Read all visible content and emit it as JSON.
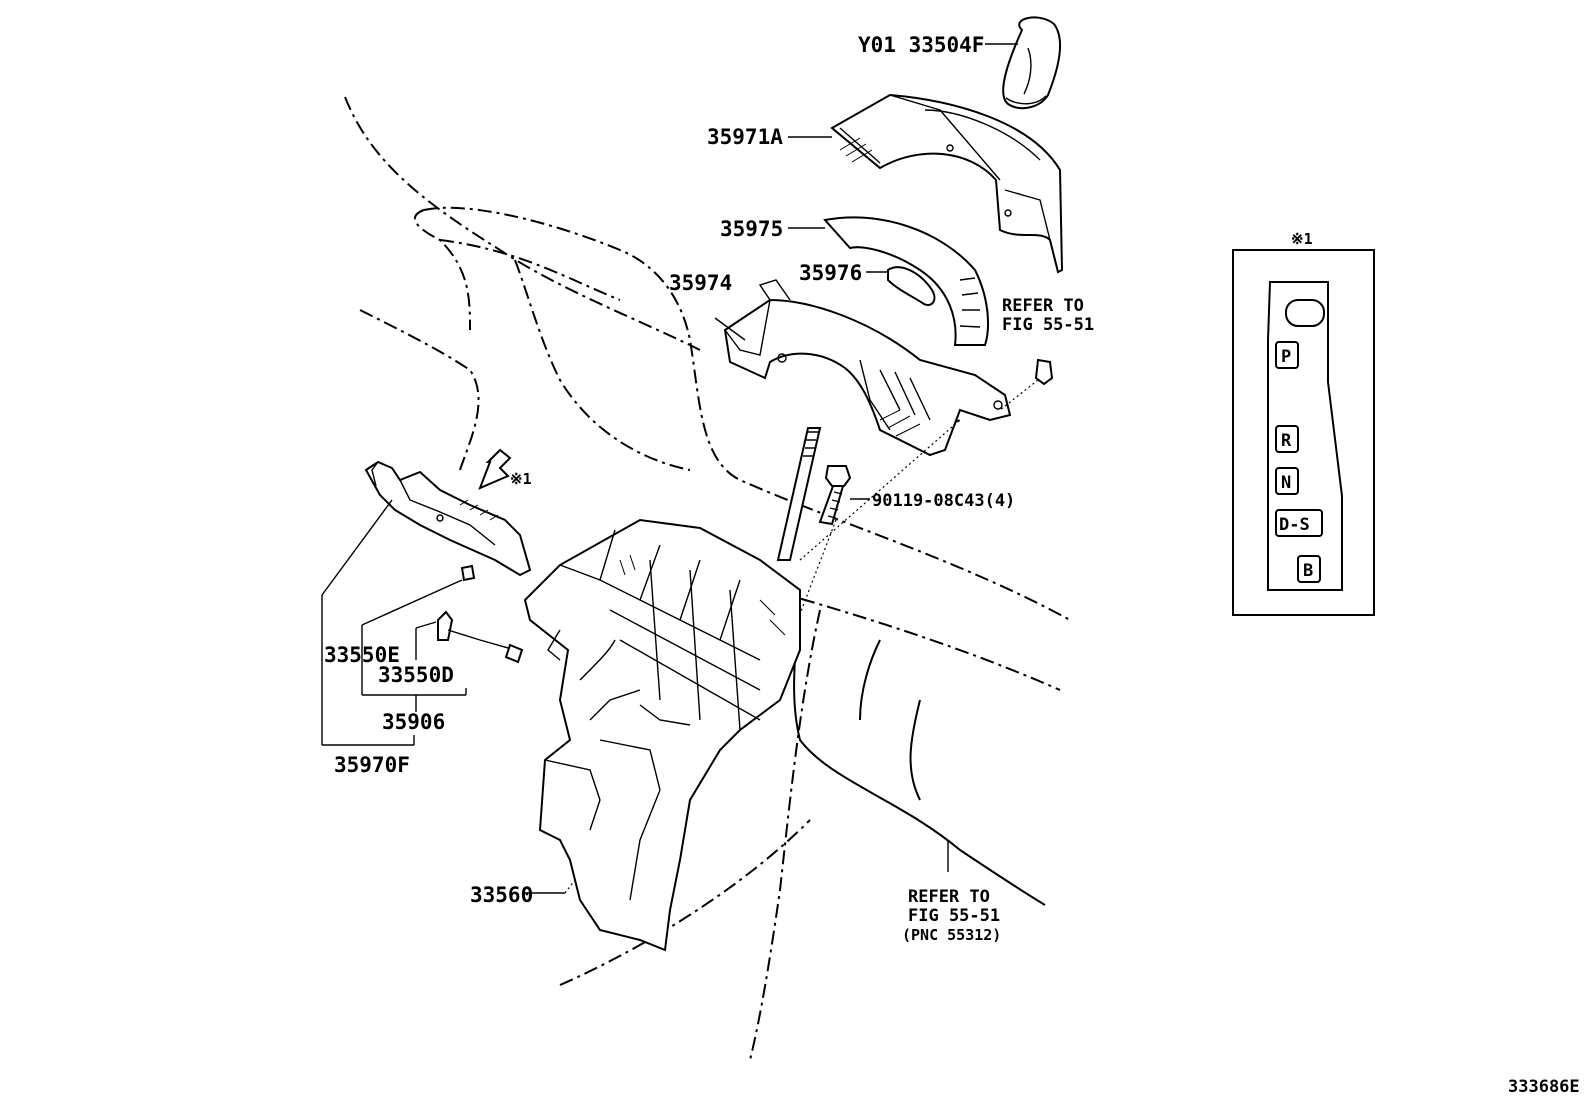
{
  "labels": {
    "knob": "Y01 33504F",
    "cover_upper": "35971A",
    "indicator_plate": "35975",
    "indicator_clip": "35976",
    "housing": "35974",
    "refer_top_1": "REFER TO",
    "refer_top_2": "FIG 55-51",
    "bolt": "90119-08C43(4)",
    "arrow_note": "※1",
    "bulb_e": "33550E",
    "bulb_d": "33550D",
    "bulb_assy": "35906",
    "indicator_assy": "35970F",
    "lever_assy": "33560",
    "refer_bottom_1": "REFER TO",
    "refer_bottom_2": "FIG 55-51",
    "refer_bottom_3": "(PNC 55312)",
    "code": "333686E"
  },
  "detail": {
    "title": "※1",
    "positions": [
      "P",
      "R",
      "N",
      "D-S",
      "B"
    ]
  }
}
